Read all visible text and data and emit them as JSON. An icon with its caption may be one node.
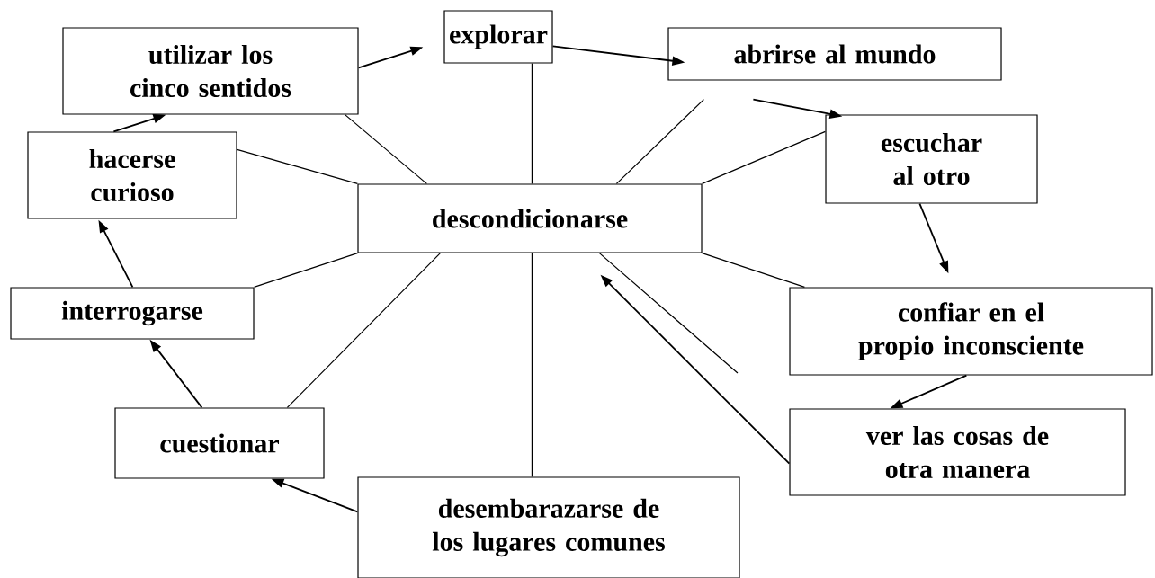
{
  "diagram": {
    "nodes": [
      {
        "text": [
          "explorar"
        ]
      },
      {
        "text": [
          "abrirse al mundo"
        ]
      },
      {
        "text": [
          "utilizar los cinco sentidos"
        ]
      },
      {
        "text": [
          "hacerse curioso"
        ]
      },
      {
        "text": [
          "escuchar al otro"
        ]
      },
      {
        "text": [
          "descondicionarse"
        ]
      },
      {
        "text": [
          "interrogarse"
        ]
      },
      {
        "text": [
          "confiar en el propio inconsciente"
        ]
      },
      {
        "text": [
          "cuestionar"
        ]
      },
      {
        "text": [
          "ver las cosas de otra manera"
        ]
      },
      {
        "text": [
          "desembarazarse de los lugares comunes"
        ]
      }
    ],
    "edges": [
      {
        "from": 5,
        "to": 2,
        "arrow": "none"
      },
      {
        "from": 5,
        "to": 3,
        "arrow": "none"
      },
      {
        "from": 5,
        "to": 0,
        "arrow": "none"
      },
      {
        "from": 5,
        "to": 1,
        "arrow": "none"
      },
      {
        "from": 5,
        "to": 4,
        "arrow": "none"
      },
      {
        "from": 5,
        "to": 7,
        "arrow": "none"
      },
      {
        "from": 5,
        "to": 6,
        "arrow": "none"
      },
      {
        "from": 5,
        "to": 8,
        "arrow": "none"
      },
      {
        "from": 5,
        "to": 10,
        "arrow": "none"
      },
      {
        "from": 5,
        "to": null,
        "arrow": "none"
      },
      {
        "from": 9,
        "to": 5,
        "arrow": "to"
      },
      {
        "from": 2,
        "to": 0,
        "arrow": "to"
      },
      {
        "from": 0,
        "to": 1,
        "arrow": "to"
      },
      {
        "from": 1,
        "to": 4,
        "arrow": "to"
      },
      {
        "from": 4,
        "to": 7,
        "arrow": "to"
      },
      {
        "from": 7,
        "to": 9,
        "arrow": "to"
      },
      {
        "from": 10,
        "to": 8,
        "arrow": "to"
      },
      {
        "from": 8,
        "to": 6,
        "arrow": "to"
      },
      {
        "from": 6,
        "to": 3,
        "arrow": "to"
      },
      {
        "from": 3,
        "to": 2,
        "arrow": "to"
      }
    ]
  }
}
